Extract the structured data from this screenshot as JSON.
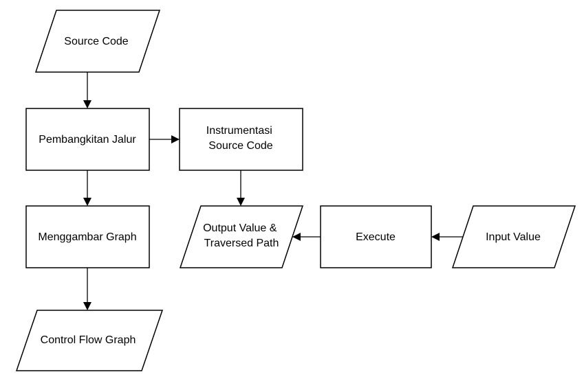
{
  "diagram": {
    "nodes": {
      "source_code": {
        "lines": [
          "Source Code"
        ]
      },
      "pembangkitan_jalur": {
        "lines": [
          "Pembangkitan Jalur"
        ]
      },
      "instrumentasi": {
        "lines": [
          "Instrumentasi",
          "Source Code"
        ]
      },
      "menggambar_graph": {
        "lines": [
          "Menggambar Graph"
        ]
      },
      "output_value": {
        "lines": [
          "Output Value &",
          "Traversed Path"
        ]
      },
      "execute": {
        "lines": [
          "Execute"
        ]
      },
      "input_value": {
        "lines": [
          "Input Value"
        ]
      },
      "control_flow_graph": {
        "lines": [
          "Control Flow Graph"
        ]
      }
    },
    "stroke_color": "#000000",
    "fill_color": "#ffffff"
  }
}
